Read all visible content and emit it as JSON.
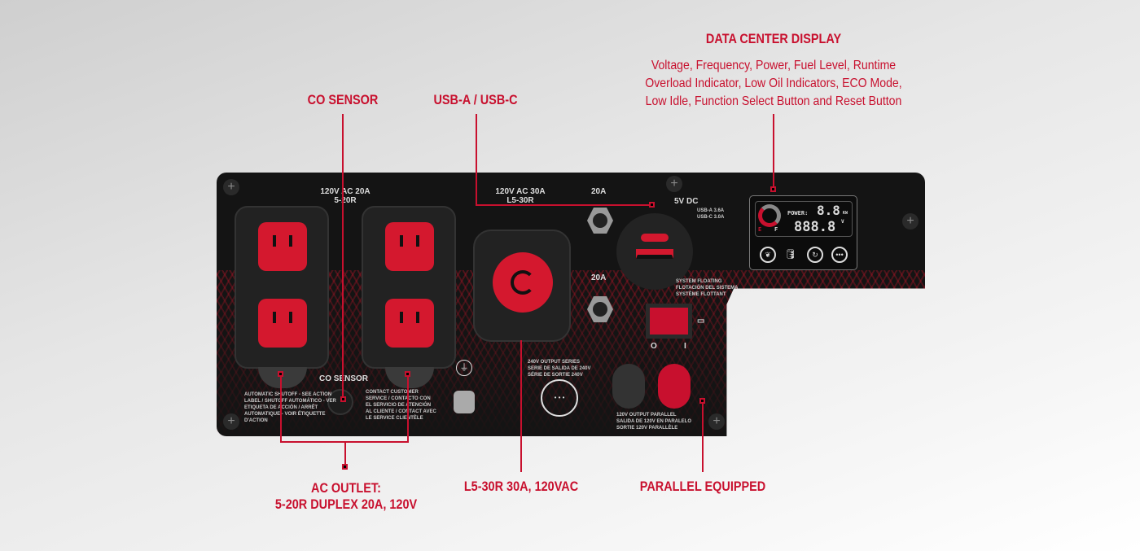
{
  "callouts": {
    "data_center": {
      "title": "DATA CENTER DISPLAY",
      "lines": [
        "Voltage, Frequency, Power, Fuel Level, Runtime",
        "Overload Indicator, Low Oil Indicators, ECO Mode,",
        "Low Idle, Function Select Button and Reset Button"
      ]
    },
    "co_sensor": "CO SENSOR",
    "usb": "USB-A / USB-C",
    "ac_outlet": [
      "AC OUTLET:",
      "5-20R DUPLEX 20A, 120V"
    ],
    "l530": "L5-30R 30A, 120VAC",
    "parallel": "PARALLEL EQUIPPED"
  },
  "panel": {
    "outlet_label": [
      "120V AC 20A",
      "5-20R"
    ],
    "twist_label": [
      "120V AC 30A",
      "L5-30R"
    ],
    "breaker1": "20A",
    "breaker2": "20A",
    "usb_label": "5V DC",
    "usb_specs": [
      "USB-A 3.6A",
      "USB-C 3.0A"
    ],
    "floating": [
      "SYSTEM FLOATING",
      "FLOTACIÓN DEL SISTEMA",
      "SYSTÈME FLOTTANT"
    ],
    "co_sensor": "CO SENSOR",
    "shutoff": [
      "AUTOMATIC SHUTOFF - SEE ACTION",
      "LABEL / SHUTOFF AUTOMÁTICO - VER",
      "ETIQUETA DE ACCIÓN / ARRÊT",
      "AUTOMATIQUE - VOIR ÉTIQUETTE",
      "D'ACTION"
    ],
    "contact": [
      "CONTACT CUSTOMER",
      "SERVICE / CONTACTO CON",
      "EL SERVICIO DE ATENCIÓN",
      "AL CLIENTE / CONTACT AVEC",
      "LE SERVICE CLIENTÈLE"
    ],
    "series": [
      "240V OUTPUT SERIES",
      "SERIE DE SALIDA DE 240V",
      "SÉRIE DE SORTIE 240V"
    ],
    "parallel": [
      "120V OUTPUT PARALLEL",
      "SALIDA DE 120V EN PARALELO",
      "SORTIE 120V PARALLÈLE"
    ],
    "switch_marks": [
      "O",
      "I"
    ],
    "display": {
      "power_label": "POWER:",
      "power": "8.8",
      "power_unit": "KW",
      "voltage": "888.8",
      "voltage_unit": "V",
      "fuel_e": "E",
      "fuel_f": "F"
    }
  },
  "colors": {
    "accent": "#c8102e"
  }
}
